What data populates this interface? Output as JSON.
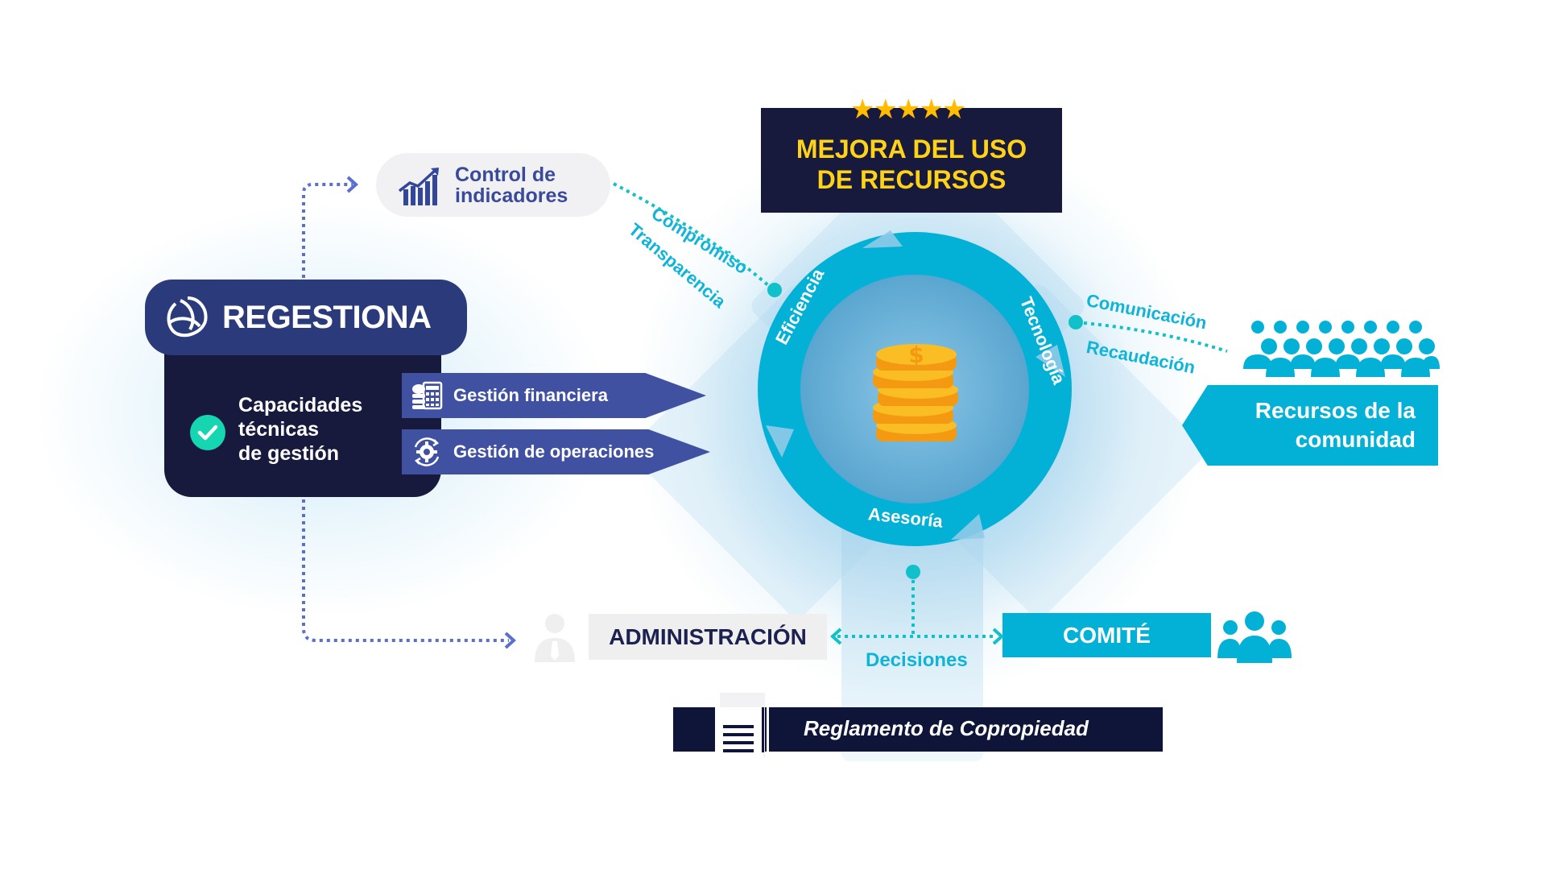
{
  "brand": {
    "name": "REGESTIONA",
    "logo_icon": "knot-logo-icon"
  },
  "capabilities": {
    "lines": [
      "Capacidades",
      "técnicas",
      "de gestión"
    ],
    "icon": "check-circle-icon"
  },
  "tags": [
    {
      "label": "Gestión financiera",
      "icon": "calculator-coins-icon"
    },
    {
      "label": "Gestión de operaciones",
      "icon": "gear-cycle-icon"
    }
  ],
  "control": {
    "lines": [
      "Control de",
      "indicadores"
    ],
    "icon": "growth-chart-icon"
  },
  "goal": {
    "lines": [
      "MEJORA DEL USO",
      "DE RECURSOS"
    ],
    "stars": "★★★★★",
    "rating": 5
  },
  "cycle": {
    "segments": [
      "Eficiencia",
      "Tecnología",
      "Asesoría"
    ],
    "center_icon": "coin-stack-icon"
  },
  "links": {
    "top_left": [
      "Compromiso",
      "Transparencia"
    ],
    "right": [
      "Comunicación",
      "Recaudación"
    ],
    "bottom": "Decisiones"
  },
  "community": {
    "lines": [
      "Recursos de la",
      "comunidad"
    ],
    "icon": "crowd-icon"
  },
  "administration": {
    "label": "ADMINISTRACIÓN",
    "icon": "businessman-icon"
  },
  "committee": {
    "label": "COMITÉ",
    "icon": "group-icon"
  },
  "regulation": {
    "label": "Reglamento de Copropiedad",
    "icon": "document-icon"
  },
  "colors": {
    "navy": "#181a3d",
    "brand_blue": "#2b3a7a",
    "tag_blue": "#3f51a0",
    "cyan": "#03b1d7",
    "teal": "#15d6b0",
    "gold": "#ffd21a"
  }
}
